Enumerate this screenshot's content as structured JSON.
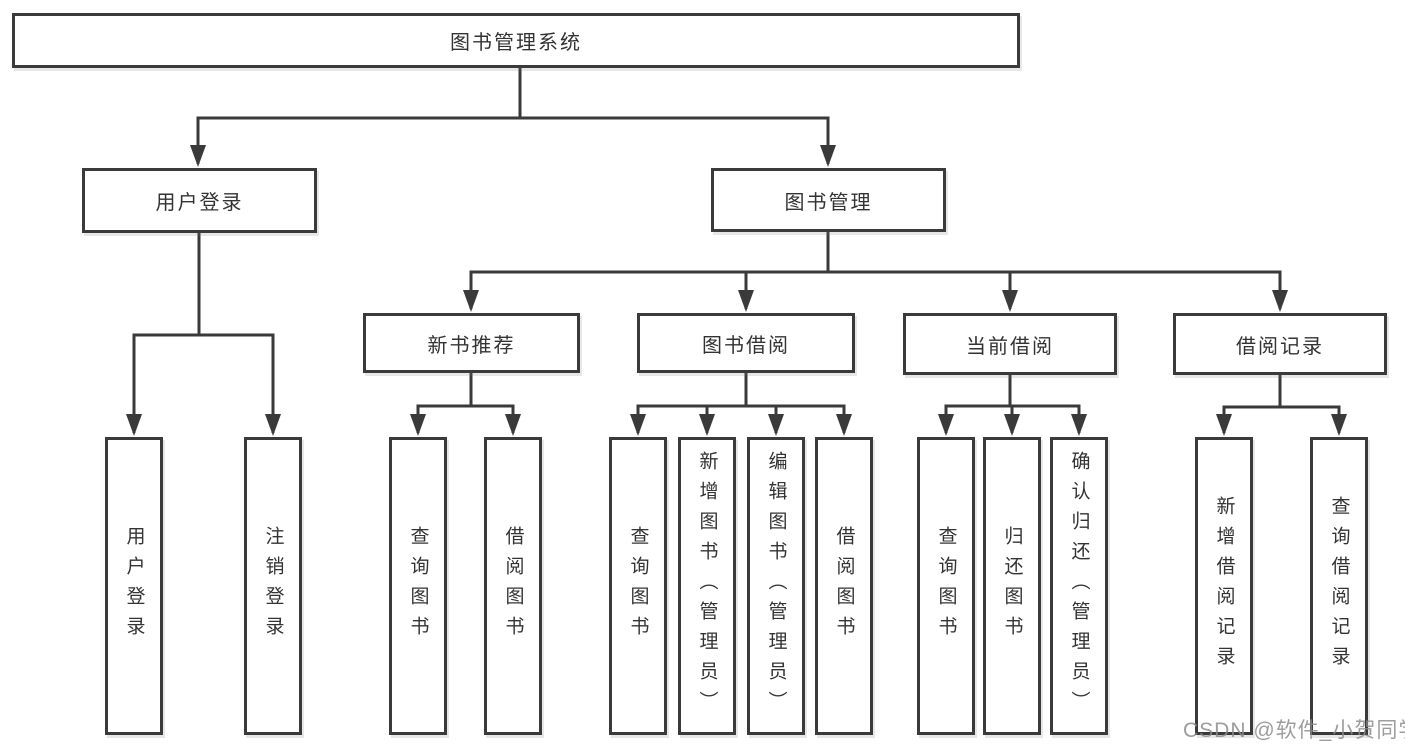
{
  "diagram_type": "functional-structure-tree",
  "hierarchy": {
    "label": "图书管理系统",
    "children": [
      {
        "label": "用户登录",
        "children": [
          {
            "label": "用户登录"
          },
          {
            "label": "注销登录"
          }
        ]
      },
      {
        "label": "图书管理",
        "children": [
          {
            "label": "新书推荐",
            "children": [
              {
                "label": "查询图书"
              },
              {
                "label": "借阅图书"
              }
            ]
          },
          {
            "label": "图书借阅",
            "children": [
              {
                "label": "查询图书"
              },
              {
                "label": "新增图书（管理员）"
              },
              {
                "label": "编辑图书（管理员）"
              },
              {
                "label": "借阅图书"
              }
            ]
          },
          {
            "label": "当前借阅",
            "children": [
              {
                "label": "查询图书"
              },
              {
                "label": "归还图书"
              },
              {
                "label": "确认归还（管理员）"
              }
            ]
          },
          {
            "label": "借阅记录",
            "children": [
              {
                "label": "新增借阅记录"
              },
              {
                "label": "查询借阅记录"
              }
            ]
          }
        ]
      }
    ]
  },
  "watermark": {
    "text": "CSDN @软件_小贺同学"
  },
  "colors": {
    "background": "#ffffff",
    "line": "#3a3a3a",
    "box_border": "#3a3a3a",
    "box_fill": "#ffffff",
    "text": "#333333",
    "watermark": "#8c8c8c"
  }
}
